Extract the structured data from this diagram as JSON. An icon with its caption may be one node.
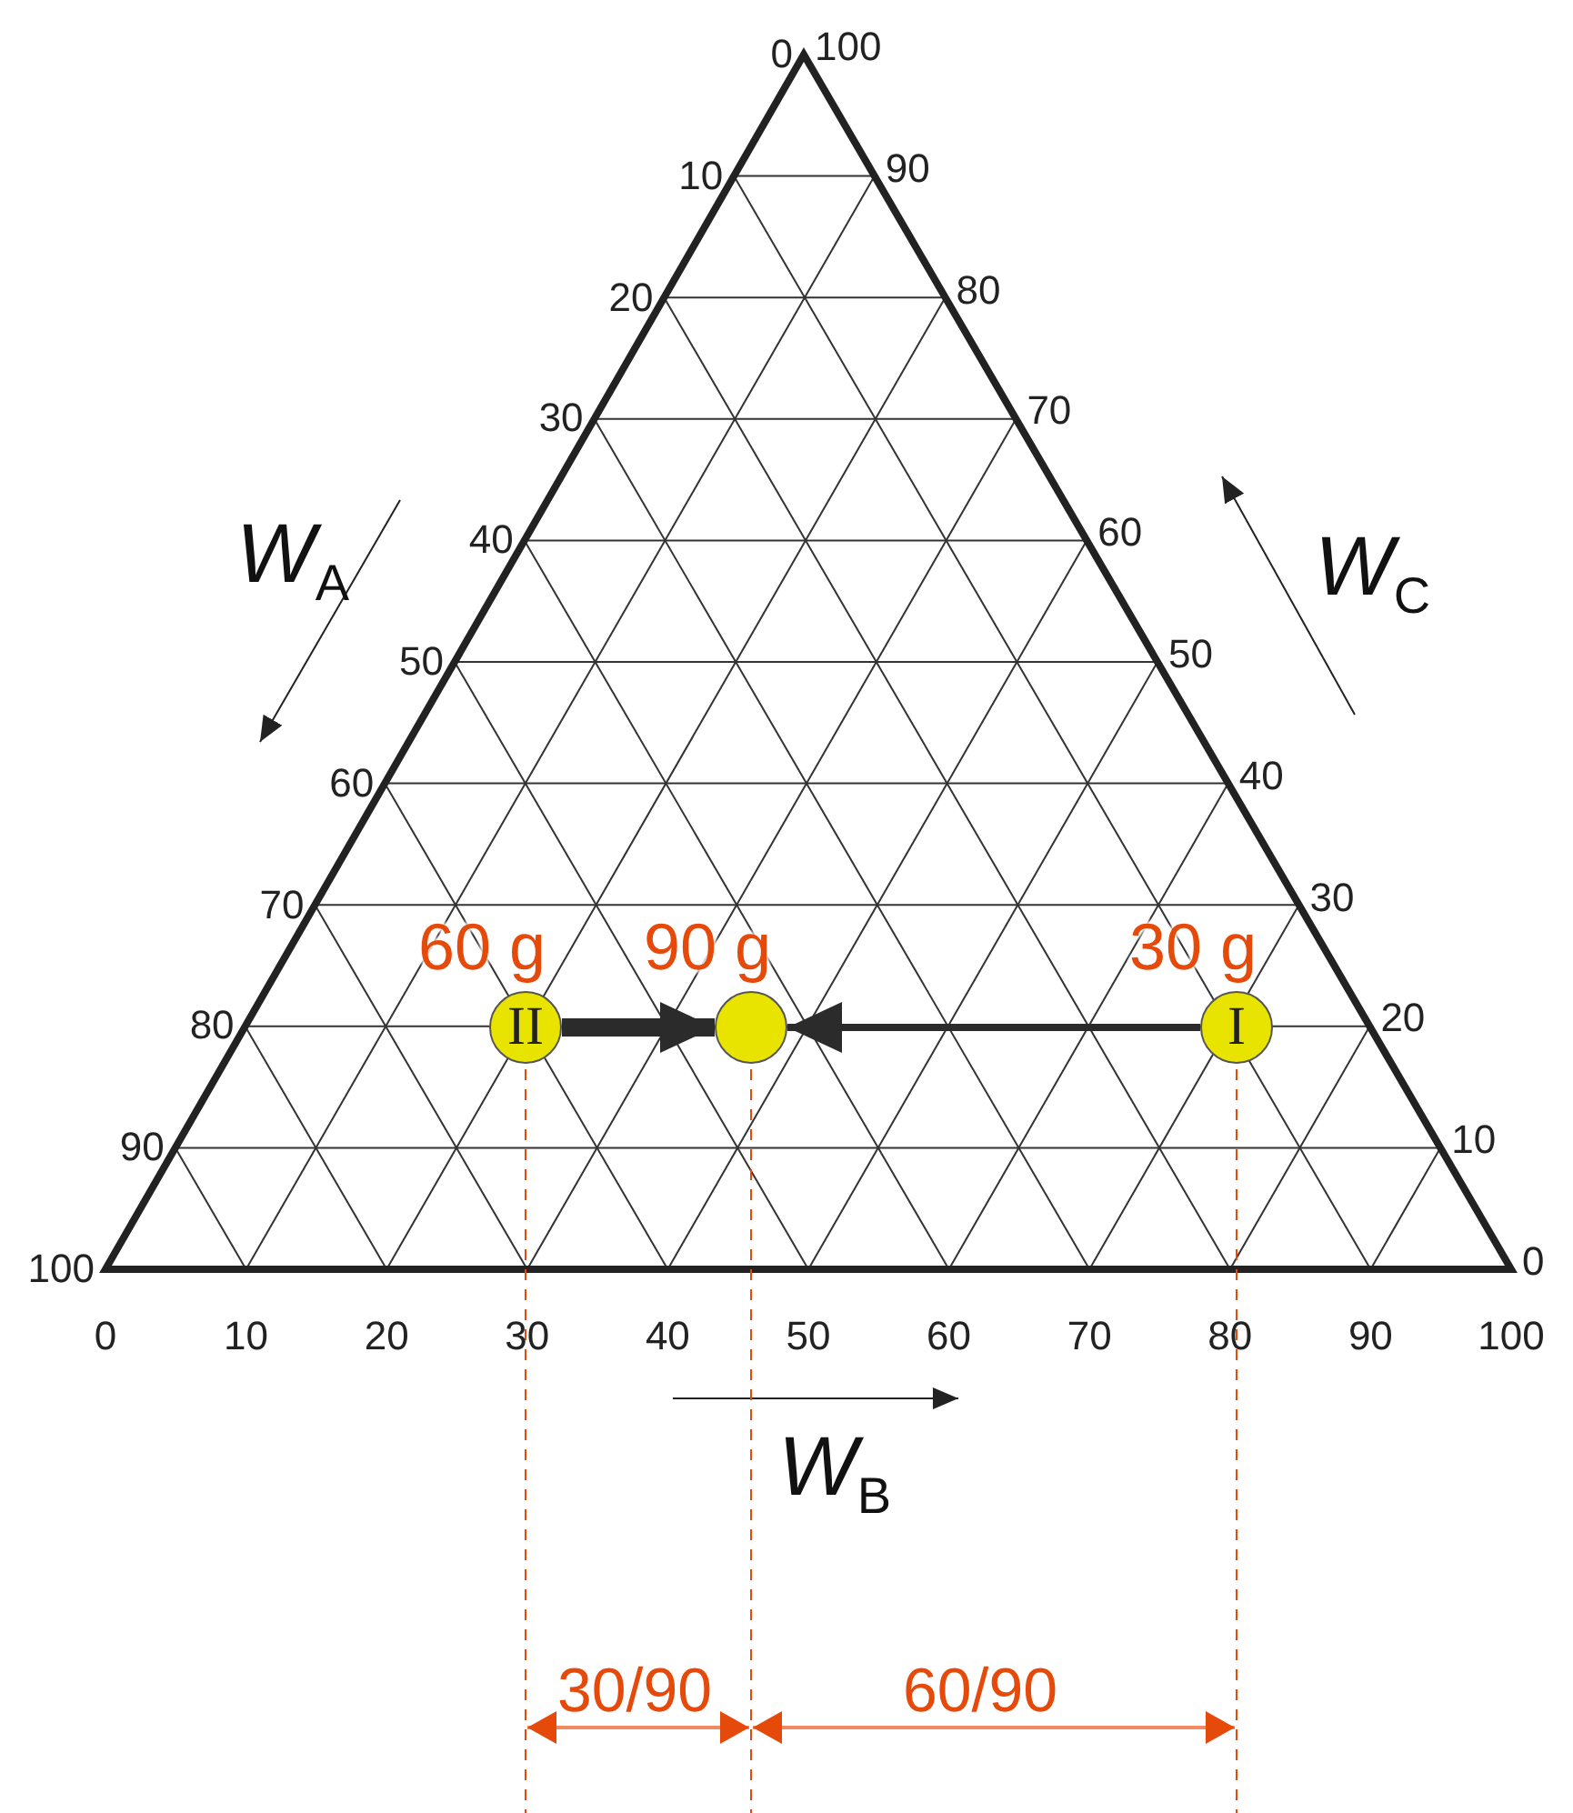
{
  "diagram": {
    "nodes": [
      {
        "text": [
          "II"
        ],
        "beside": [
          "60 g"
        ]
      },
      {
        "text": [],
        "shape": "circle",
        "beside": [
          "90 g"
        ]
      },
      {
        "text": [
          "I"
        ],
        "beside": [
          "30 g"
        ]
      }
    ],
    "edges": [
      {
        "from": 0,
        "to": 1,
        "arrow": "to",
        "style": "thick"
      },
      {
        "from": 2,
        "to": 1,
        "arrow": "to"
      }
    ],
    "labels": [
      "0",
      "10",
      "20",
      "30",
      "40",
      "50",
      "60",
      "70",
      "80",
      "90",
      "100",
      "100",
      "90",
      "80",
      "70",
      "60",
      "50",
      "40",
      "30",
      "20",
      "10",
      "0",
      "0",
      "10",
      "20",
      "30",
      "40",
      "50",
      "60",
      "70",
      "80",
      "90",
      "100",
      "*W*$_{A}$",
      "*W*$_{C}$",
      "*W*$_{B}$",
      "30/90",
      "60/90"
    ]
  }
}
